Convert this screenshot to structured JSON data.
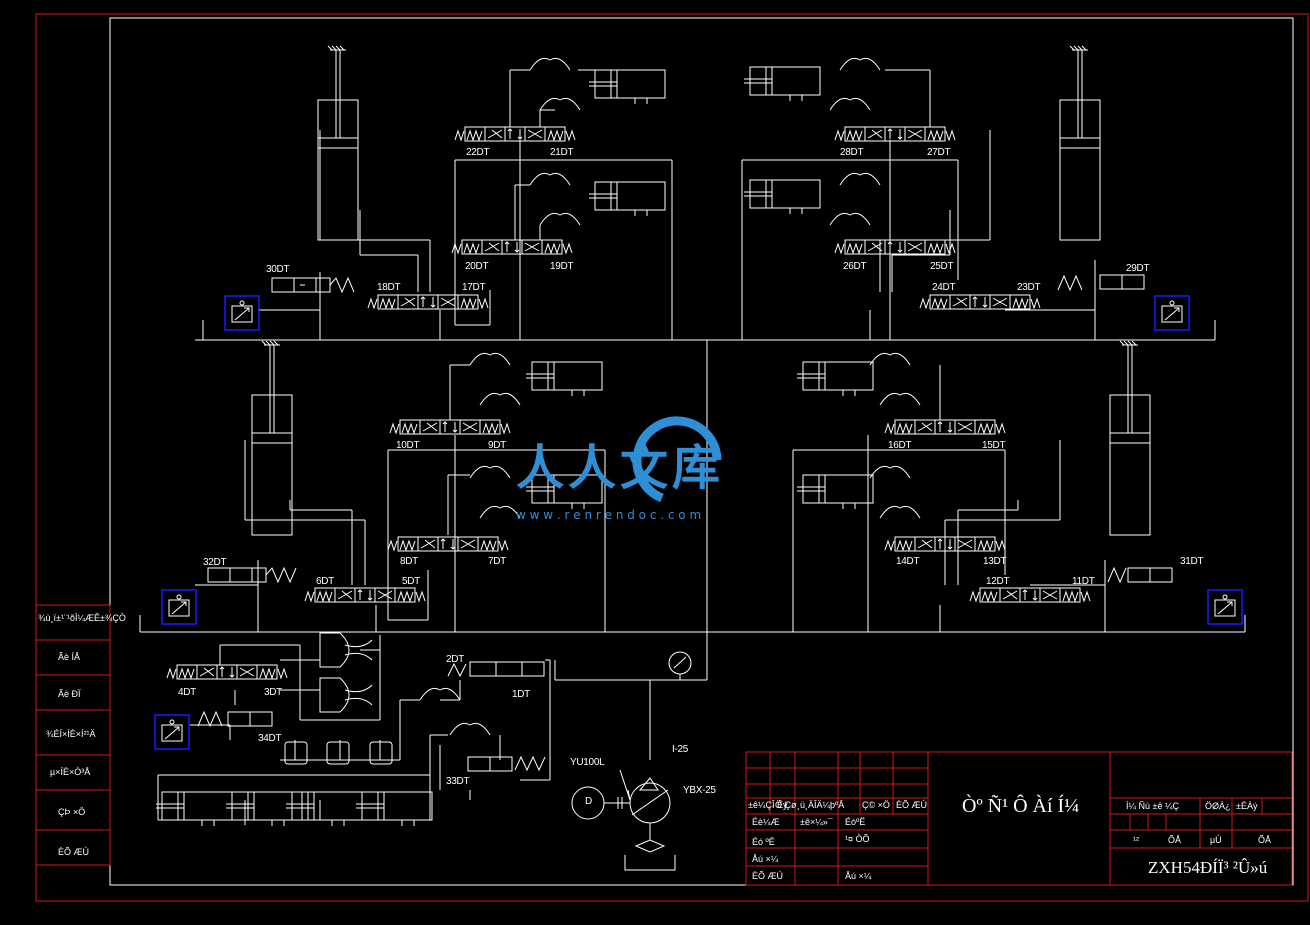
{
  "labels": {
    "top_left": [
      "22DT",
      "21DT",
      "20DT",
      "19DT",
      "18DT",
      "17DT",
      "30DT"
    ],
    "top_right": [
      "28DT",
      "27DT",
      "26DT",
      "25DT",
      "24DT",
      "23DT",
      "29DT"
    ],
    "mid_left": [
      "10DT",
      "9DT",
      "8DT",
      "7DT",
      "6DT",
      "5DT",
      "32DT"
    ],
    "mid_right": [
      "16DT",
      "15DT",
      "14DT",
      "13DT",
      "12DT",
      "11DT",
      "31DT"
    ],
    "bottom": [
      "4DT",
      "3DT",
      "34DT",
      "2DT",
      "1DT",
      "33DT"
    ],
    "pump": {
      "motor": "YU100L",
      "motor_symbol": "D",
      "gauge": "I-25",
      "pump": "YBX-25"
    }
  },
  "left_block": [
    "¾ù¸ï±¹¨¹õÌ¼ÆÊ±¾ÇÒ",
    "Ãè ÍÅ",
    "Ãè ÐÏ",
    "¾ÉÍ×ÍÈ×Í²¹Ä",
    "µ×ÍÈ×Ó³Å",
    "ÇÞ ×Ö",
    "ÈÕ ÆÚ"
  ],
  "title_block": {
    "rows": [
      "±ê¼ÇÎ Êý",
      "·Ö Çø",
      "¸ü¸ÄÎÄ¼þºÅ",
      "Ç© ×Ö",
      "ÈÕ ÆÚ",
      "Éè¼Æ",
      "±ê×¼»¯",
      "Éó ºË",
      "¹¤ ÒÕ",
      "Åú ×¼",
      "ÈÕ ÆÚ",
      "Åú ×¼",
      "ÉóºË"
    ],
    "drawing_title": "Òº Ñ¹ Ô­ Àí Í¼",
    "right_header": [
      "Í¼ Ñù ±ê ¼Ç",
      "ÖØÁ¿",
      "±ÈÀý",
      "¹²",
      "ÕÅ",
      "µÚ",
      "ÕÅ"
    ],
    "drawing_number": "ZXH54ÐÍÏ³ ²Û»ú"
  },
  "watermark": {
    "name": "人人文库",
    "url": "w w w . r e n r e n d o c . c o m"
  },
  "colors": {
    "frame": "#d01818",
    "lines": "#ffffff",
    "relief": "#1a1aff",
    "watermark": "#2f8fd6"
  }
}
